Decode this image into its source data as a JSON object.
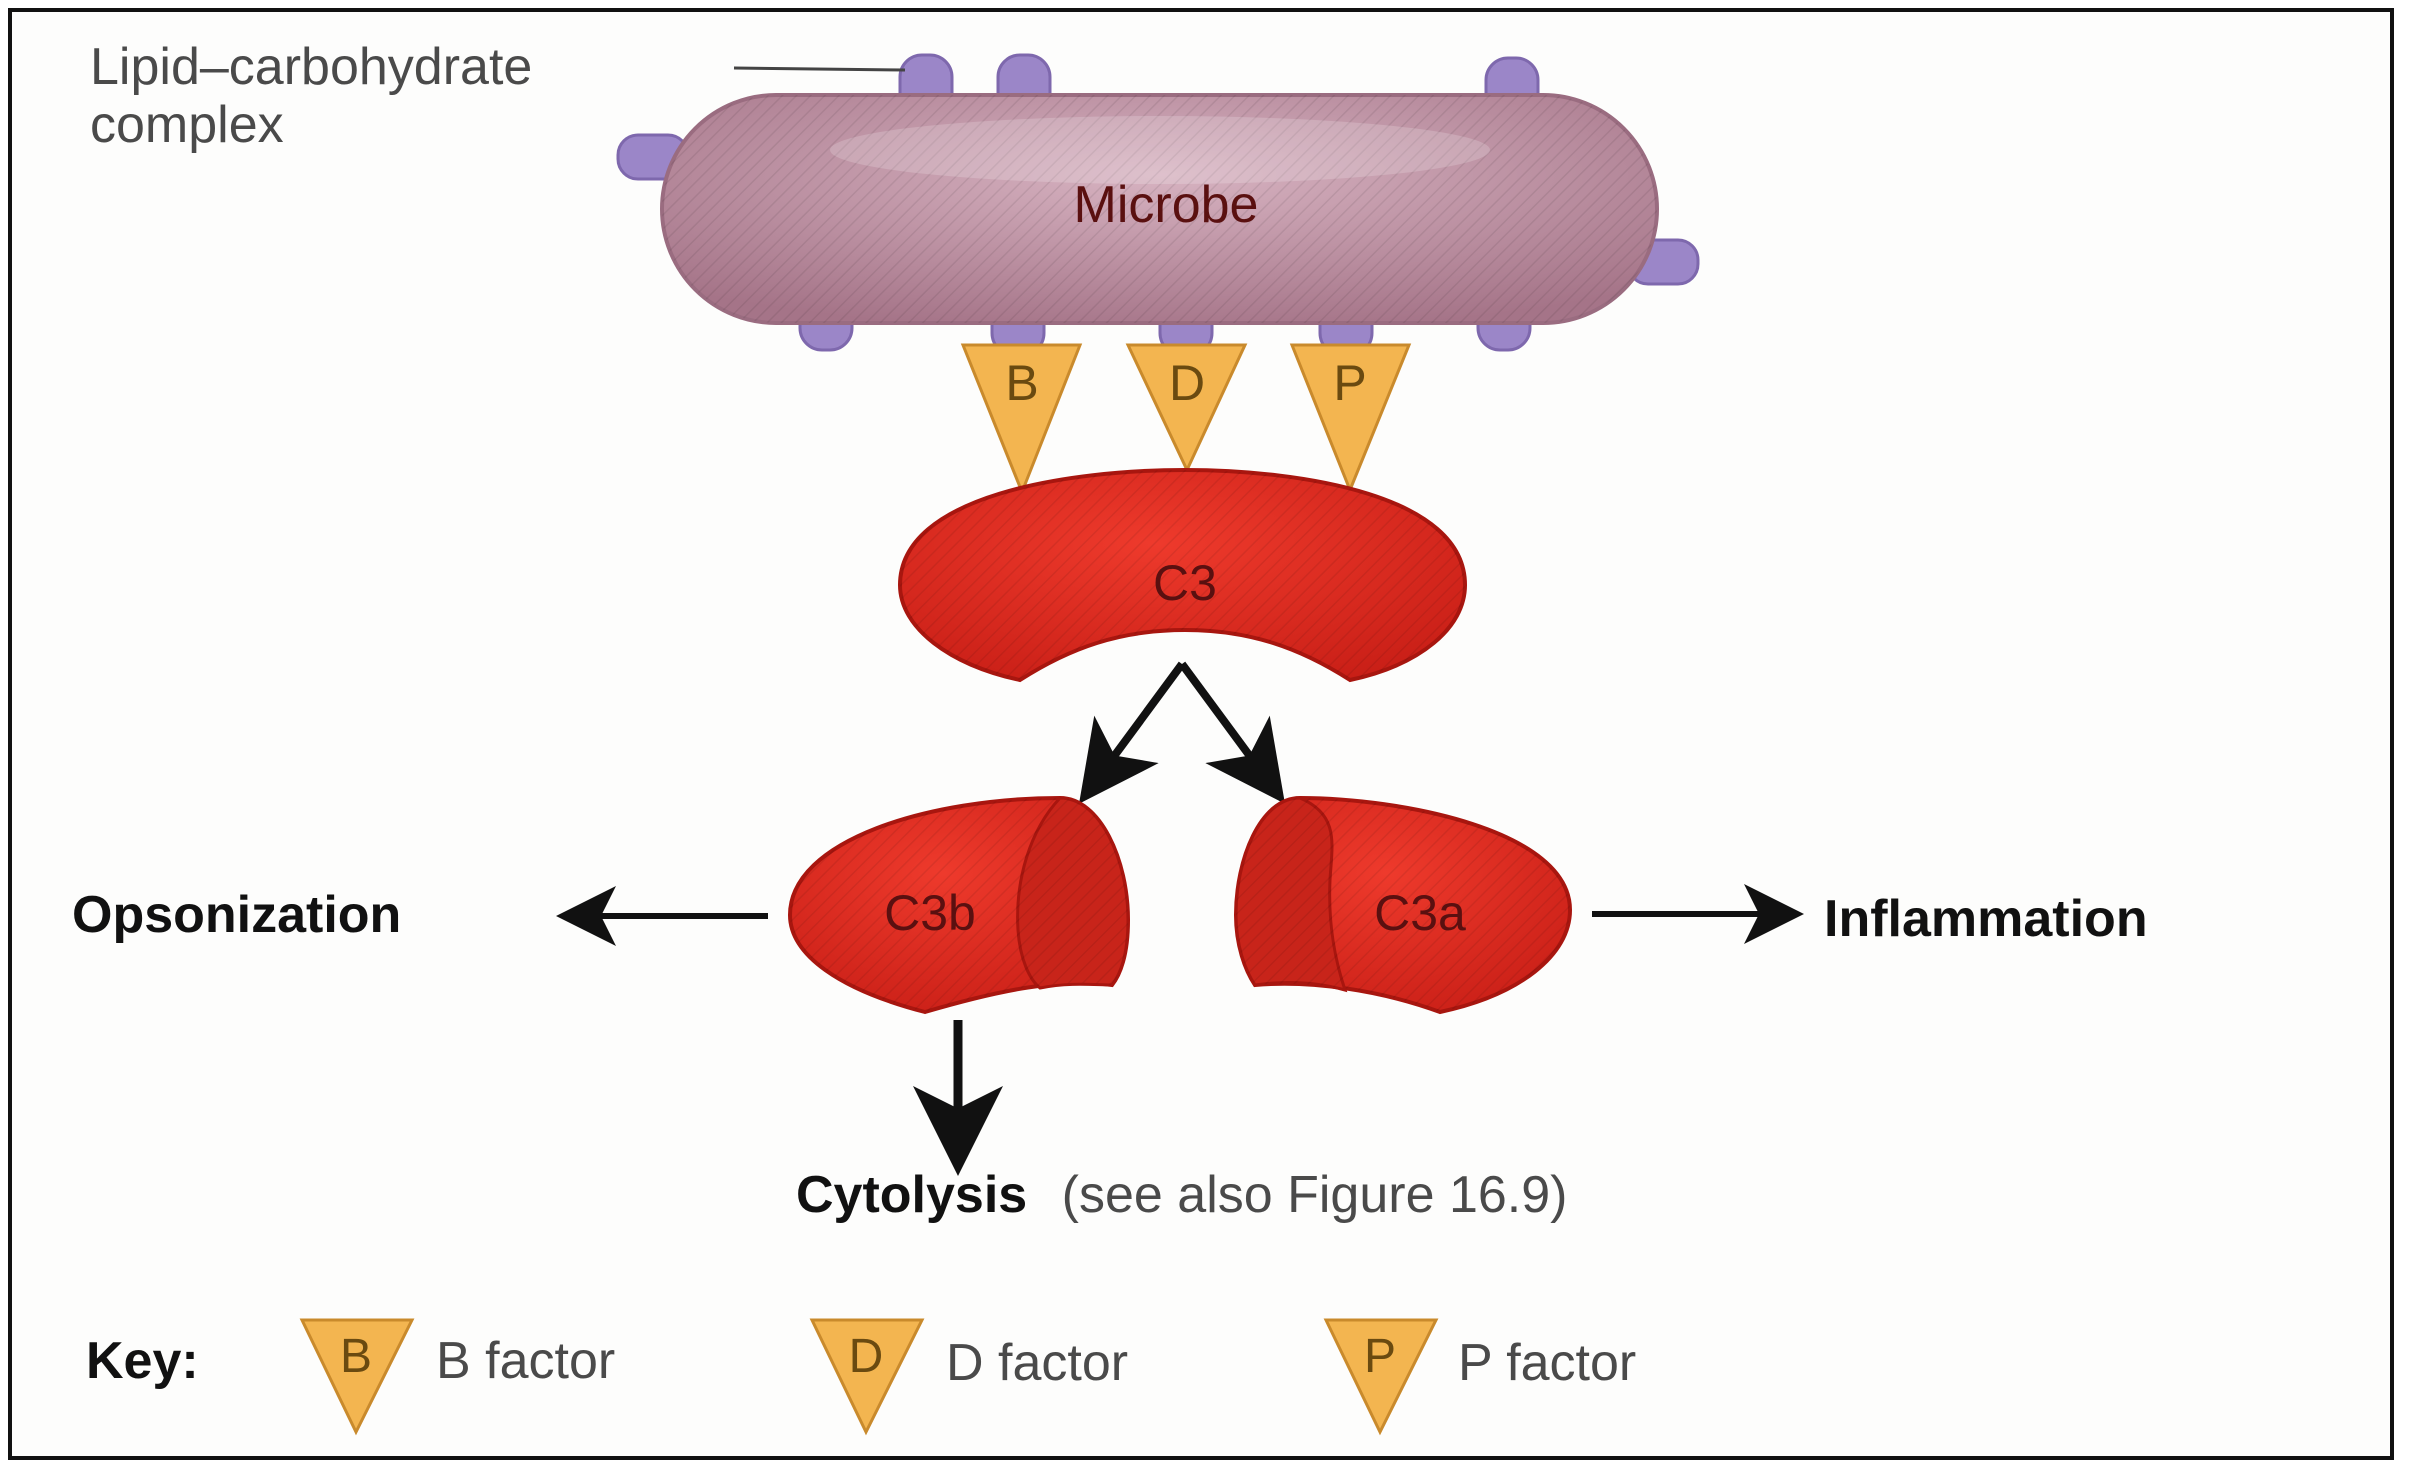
{
  "labels": {
    "lipid_line1": "Lipid–carbohydrate",
    "lipid_line2": "complex",
    "microbe": "Microbe",
    "c3": "C3",
    "c3b": "C3b",
    "c3a": "C3a",
    "opsonization": "Opsonization",
    "inflammation": "Inflammation",
    "cytolysis": "Cytolysis",
    "cytolysis_note": "(see also Figure 16.9)"
  },
  "factors": [
    {
      "letter": "B",
      "name": "B factor"
    },
    {
      "letter": "D",
      "name": "D factor"
    },
    {
      "letter": "P",
      "name": "P factor"
    }
  ],
  "key": {
    "title": "Key:"
  },
  "colors": {
    "microbe_fill": "#b98a9c",
    "microbe_stroke": "#9a6c80",
    "knob": "#9b86c8",
    "c3_red": "#dc2a20",
    "c3_dark": "#b01a14",
    "factor_fill": "#f3b550",
    "factor_stroke": "#c98a2c",
    "arrow": "#111111",
    "frame": "#111111"
  }
}
